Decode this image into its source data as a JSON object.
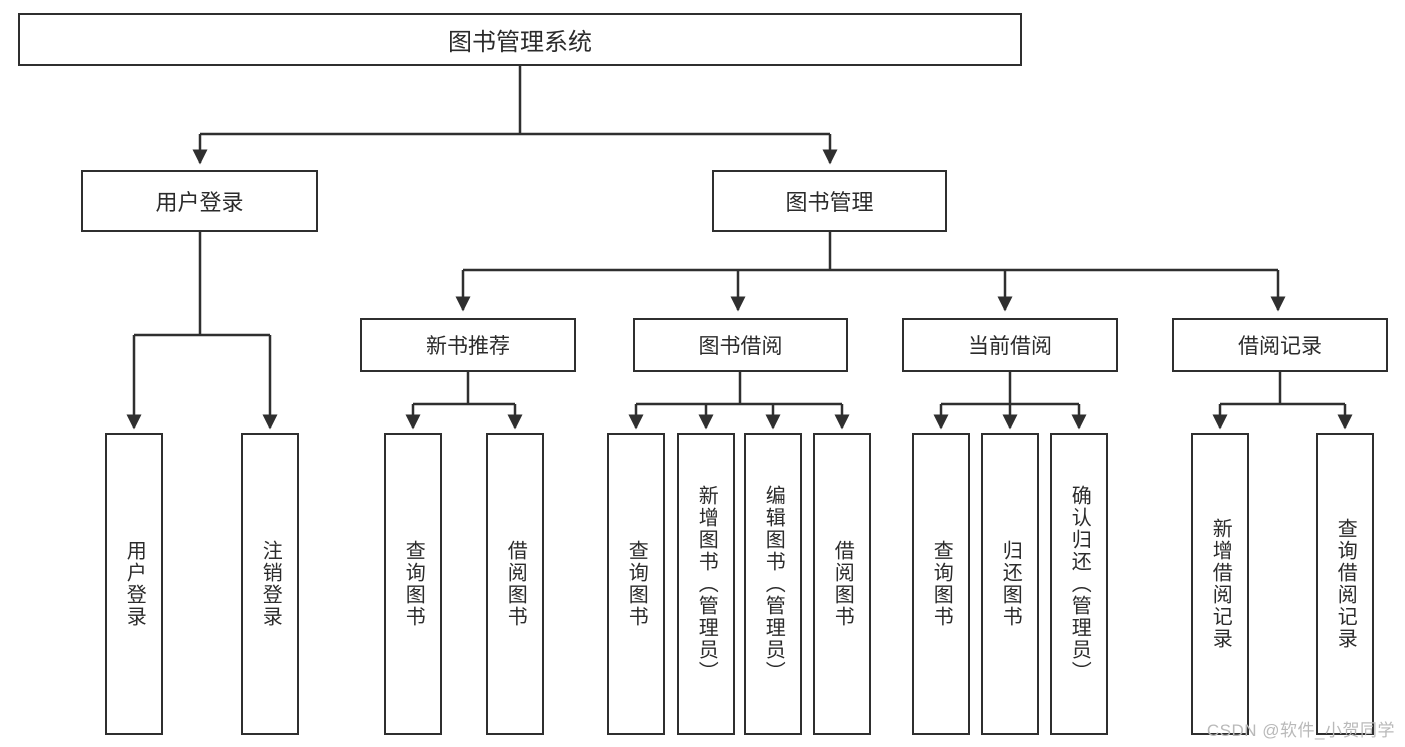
{
  "diagram": {
    "title": "图书管理系统",
    "type": "tree-structure-chart",
    "root": {
      "id": "root",
      "label": "图书管理系统"
    },
    "level2": [
      {
        "id": "user-login",
        "label": "用户登录"
      },
      {
        "id": "book-manage",
        "label": "图书管理"
      }
    ],
    "level3": [
      {
        "id": "new-book-recommend",
        "label": "新书推荐"
      },
      {
        "id": "book-borrow",
        "label": "图书借阅"
      },
      {
        "id": "current-borrow",
        "label": "当前借阅"
      },
      {
        "id": "borrow-record",
        "label": "借阅记录"
      }
    ],
    "leaves": {
      "user_login": [
        {
          "id": "leaf-user-login",
          "label": "用户登录"
        },
        {
          "id": "leaf-user-logout",
          "label": "注销登录"
        }
      ],
      "new_book_recommend": [
        {
          "id": "leaf-query-book-1",
          "label": "查询图书"
        },
        {
          "id": "leaf-borrow-book-1",
          "label": "借阅图书"
        }
      ],
      "book_borrow": [
        {
          "id": "leaf-query-book-2",
          "label": "查询图书"
        },
        {
          "id": "leaf-add-book",
          "label": "新增图书（管理员）"
        },
        {
          "id": "leaf-edit-book",
          "label": "编辑图书（管理员）"
        },
        {
          "id": "leaf-borrow-book-2",
          "label": "借阅图书"
        }
      ],
      "current_borrow": [
        {
          "id": "leaf-query-book-3",
          "label": "查询图书"
        },
        {
          "id": "leaf-return-book",
          "label": "归还图书"
        },
        {
          "id": "leaf-confirm-return",
          "label": "确认归还（管理员）"
        }
      ],
      "borrow_record": [
        {
          "id": "leaf-add-record",
          "label": "新增借阅记录"
        },
        {
          "id": "leaf-query-record",
          "label": "查询借阅记录"
        }
      ]
    }
  },
  "watermark": {
    "text": "CSDN @软件_小贺同学"
  },
  "colors": {
    "stroke": "#2f2f2f",
    "text": "#2b2b2b",
    "background": "#ffffff",
    "watermark": "#b9b9b9"
  }
}
